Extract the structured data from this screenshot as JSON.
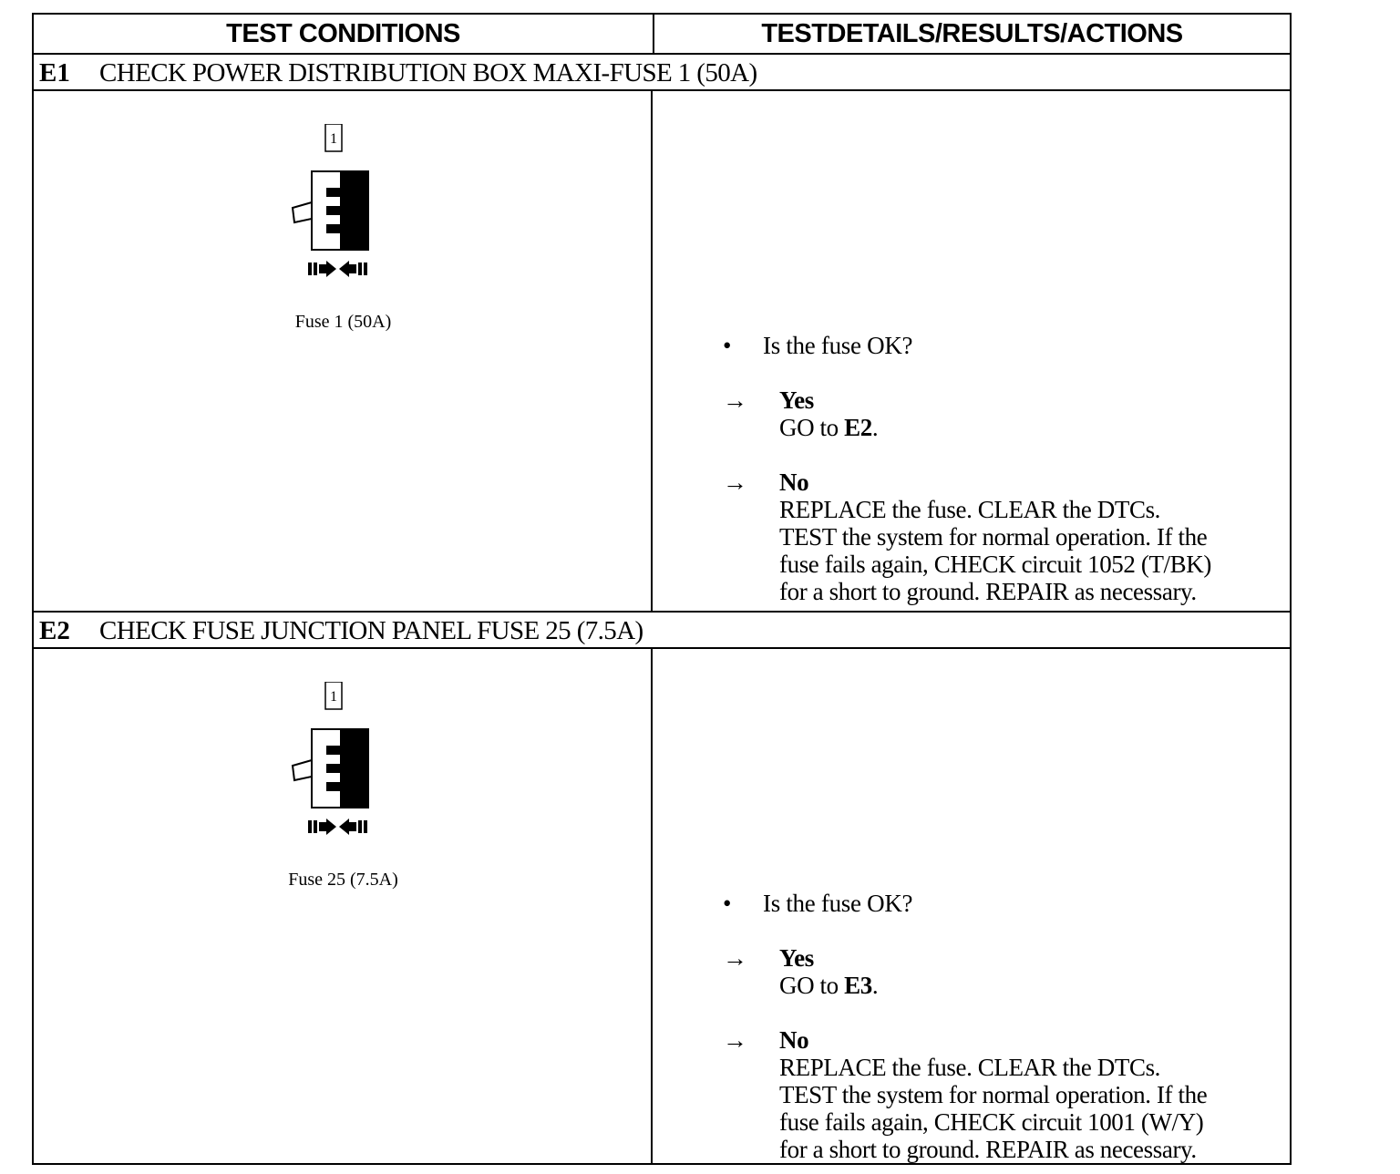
{
  "header": {
    "col1": "TEST CONDITIONS",
    "col2": "TESTDETAILS/RESULTS/ACTIONS"
  },
  "steps": [
    {
      "id": "E1",
      "title": "CHECK POWER DISTRIBUTION BOX MAXI-FUSE 1 (50A)",
      "figure_label": "1",
      "caption": "Fuse 1 (50A)",
      "question": "Is the fuse OK?",
      "bullet": "•",
      "yes": {
        "arrow": "→",
        "label": "Yes",
        "text": "GO to ",
        "target": "E2",
        "end": "."
      },
      "no": {
        "arrow": "→",
        "label": "No",
        "lines": [
          "REPLACE the fuse. CLEAR the DTCs.",
          "TEST the system for normal operation. If the",
          "fuse fails again, CHECK circuit 1052 (T/BK)",
          "for a short to ground. REPAIR as necessary."
        ]
      }
    },
    {
      "id": "E2",
      "title": "CHECK FUSE JUNCTION PANEL FUSE 25 (7.5A)",
      "figure_label": "1",
      "caption": "Fuse 25 (7.5A)",
      "question": "Is the fuse OK?",
      "bullet": "•",
      "yes": {
        "arrow": "→",
        "label": "Yes",
        "text": "GO to ",
        "target": "E3",
        "end": "."
      },
      "no": {
        "arrow": "→",
        "label": "No",
        "lines": [
          "REPLACE the fuse. CLEAR the DTCs.",
          "TEST the system for normal operation. If the",
          "fuse fails again, CHECK circuit 1001 (W/Y)",
          "for a short to ground. REPAIR as necessary."
        ]
      }
    }
  ]
}
